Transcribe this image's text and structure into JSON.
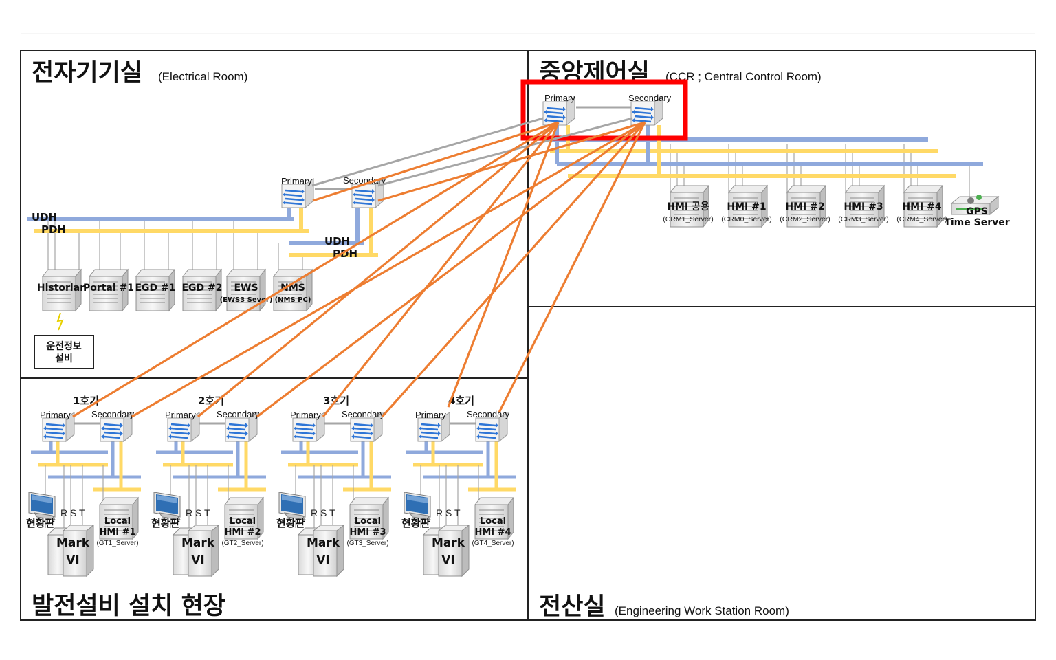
{
  "rooms": {
    "electrical": {
      "title": "전자기기실",
      "subtitle": "(Electrical Room)"
    },
    "ccr": {
      "title": "중앙제어실",
      "subtitle": "(CCR ; Central Control Room)"
    },
    "field": {
      "title": "발전설비 설치 현장"
    },
    "ews": {
      "title": "전산실",
      "subtitle": "(Engineering Work Station Room)"
    }
  },
  "switch_labels": {
    "primary": "Primary",
    "secondary": "Secondary"
  },
  "buses": {
    "udh": "UDH",
    "pdh": "PDH"
  },
  "electrical_devices": [
    {
      "name": "Historian",
      "sub": ""
    },
    {
      "name": "Portal #1",
      "sub": ""
    },
    {
      "name": "EGD #1",
      "sub": ""
    },
    {
      "name": "EGD #2",
      "sub": ""
    },
    {
      "name": "EWS",
      "sub": "(EWS3 Sever)"
    },
    {
      "name": "NMS",
      "sub": "(NMS PC)"
    }
  ],
  "ops_info": {
    "line1": "운전정보",
    "line2": "설비"
  },
  "ccr_devices": [
    {
      "name": "HMI 공용",
      "sub": "(CRM1_Server)"
    },
    {
      "name": "HMI #1",
      "sub": "(CRM0_Server)"
    },
    {
      "name": "HMI #2",
      "sub": "(CRM2_Server)"
    },
    {
      "name": "HMI #3",
      "sub": "(CRM3_Server)"
    },
    {
      "name": "HMI #4",
      "sub": "(CRM4_Server)"
    }
  ],
  "gps": {
    "line1": "GPS",
    "line2": "Time Server"
  },
  "units": [
    {
      "label": "1호기",
      "hmi": "HMI #1",
      "server": "(GT1_Server)"
    },
    {
      "label": "2호기",
      "hmi": "HMI #2",
      "server": "(GT2_Server)"
    },
    {
      "label": "3호기",
      "hmi": "HMI #3",
      "server": "(GT3_Server)"
    },
    {
      "label": "4호기",
      "hmi": "HMI #4",
      "server": "(GT4_Server)"
    }
  ],
  "unit_common": {
    "panel": "현황판",
    "rst": "R S T",
    "local": "Local",
    "mark1": "Mark",
    "mark2": "VI"
  },
  "colors": {
    "udh": "#8fa9dc",
    "pdh": "#ffd966",
    "backbone": "#ed7d31",
    "link": "#a6a6a6",
    "highlight": "#ff0000",
    "switch_arrow": "#2e75d6"
  }
}
